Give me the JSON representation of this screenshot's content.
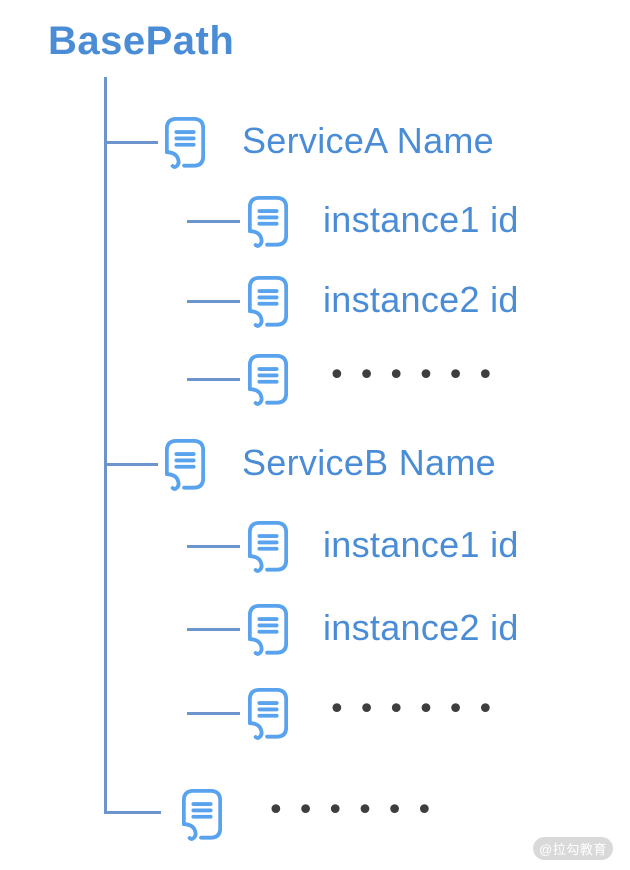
{
  "tree": {
    "root_label": "BasePath",
    "nodes": [
      {
        "label": "ServiceA Name",
        "level": 1,
        "type": "service"
      },
      {
        "label": "instance1 id",
        "level": 2,
        "type": "instance"
      },
      {
        "label": "instance2 id",
        "level": 2,
        "type": "instance"
      },
      {
        "label": "••••••",
        "level": 2,
        "type": "ellipsis"
      },
      {
        "label": "ServiceB Name",
        "level": 1,
        "type": "service"
      },
      {
        "label": "instance1 id",
        "level": 2,
        "type": "instance"
      },
      {
        "label": "instance2 id",
        "level": 2,
        "type": "instance"
      },
      {
        "label": "••••••",
        "level": 2,
        "type": "ellipsis"
      },
      {
        "label": "••••••",
        "level": 1,
        "type": "ellipsis"
      }
    ]
  },
  "colors": {
    "label_blue": "#4a8dd6",
    "icon_blue": "#58a2ee",
    "line_blue": "#6c95cd",
    "ellipsis_gray": "#3e3e40",
    "watermark_bg": "#d9d9d9",
    "watermark_text": "#ffffff",
    "background": "#ffffff"
  },
  "watermark": {
    "text": "@拉勾教育"
  }
}
